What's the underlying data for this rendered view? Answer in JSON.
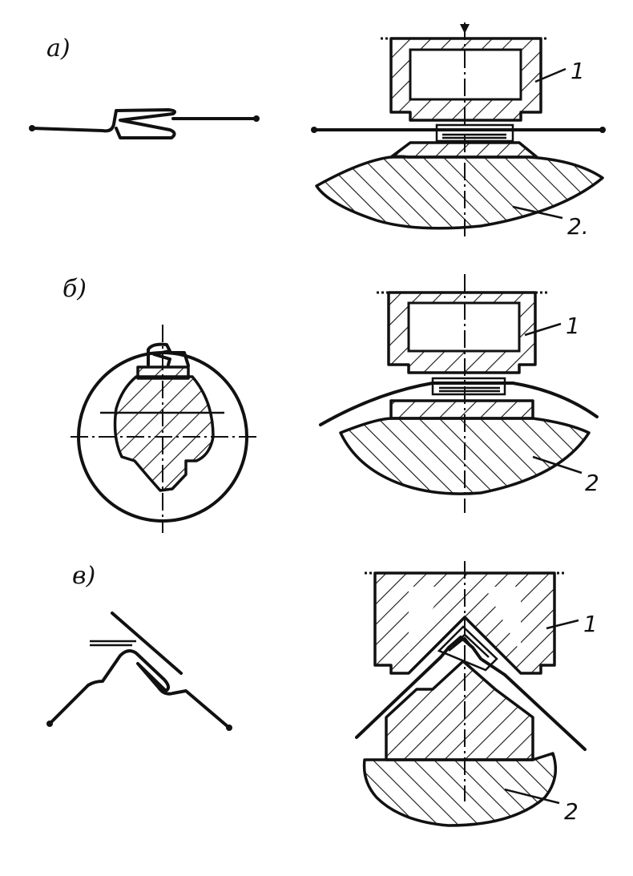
{
  "figure": {
    "panels": [
      {
        "id": "a",
        "label": "а)",
        "leader_labels": [
          "1",
          "2."
        ]
      },
      {
        "id": "b",
        "label": "б)",
        "leader_labels": [
          "1",
          "2"
        ]
      },
      {
        "id": "v",
        "label": "в)",
        "leader_labels": [
          "1",
          "2"
        ]
      }
    ]
  },
  "colors": {
    "ink": "#111111",
    "paper": "#ffffff"
  }
}
